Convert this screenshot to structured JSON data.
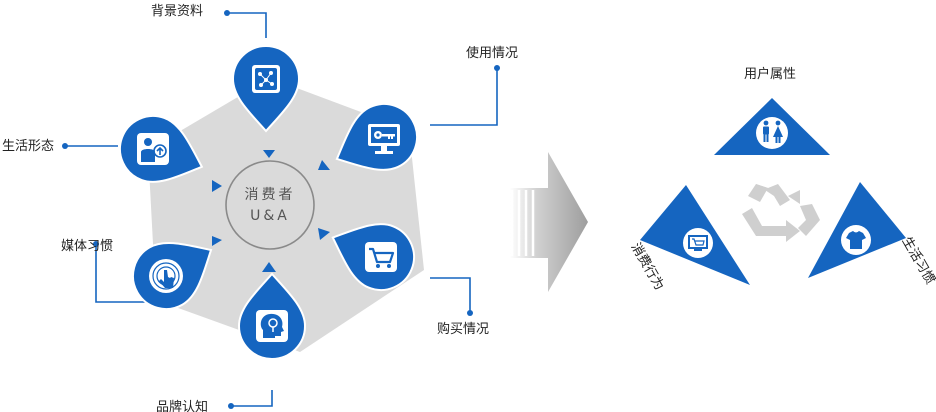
{
  "center": {
    "line1": "消费者",
    "line2": "U&A"
  },
  "nodes": [
    {
      "id": "background",
      "label": "背景资料",
      "icon": "network-doc-icon"
    },
    {
      "id": "usage",
      "label": "使用情况",
      "icon": "monitor-key-icon"
    },
    {
      "id": "purchase",
      "label": "购买情况",
      "icon": "shopping-cart-icon"
    },
    {
      "id": "brand",
      "label": "品牌认知",
      "icon": "head-brain-icon"
    },
    {
      "id": "media",
      "label": "媒体习惯",
      "icon": "touch-hand-icon"
    },
    {
      "id": "lifestyle",
      "label": "生活形态",
      "icon": "person-growth-icon"
    }
  ],
  "triangles": {
    "top": {
      "label": "用户属性",
      "icon": "male-female-icon"
    },
    "left": {
      "label": "消费行为",
      "icon": "cart-screen-icon"
    },
    "right": {
      "label": "生活习惯",
      "icon": "tshirt-icon"
    }
  },
  "colors": {
    "accent": "#1565c0",
    "hexagon": "#d9d9d9",
    "arrow": "#b5b5b5"
  }
}
